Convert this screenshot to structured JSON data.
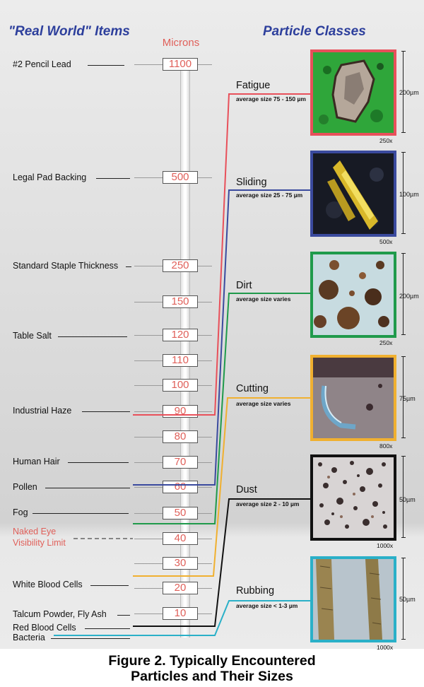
{
  "headers": {
    "real_world": "\"Real World\" Items",
    "particle_classes": "Particle Classes",
    "microns": "Microns"
  },
  "scale_values": [
    "1100",
    "500",
    "250",
    "150",
    "120",
    "110",
    "100",
    "90",
    "80",
    "70",
    "60",
    "50",
    "40",
    "30",
    "20",
    "10"
  ],
  "real_world_items": [
    "#2 Pencil Lead",
    "Legal Pad Backing",
    "Standard Staple Thickness",
    "Table Salt",
    "Industrial Haze",
    "Human Hair",
    "Pollen",
    "Fog",
    "White Blood Cells",
    "Talcum Powder, Fly Ash",
    "Red Blood Cells",
    "Bacteria"
  ],
  "naked_eye": {
    "line1": "Naked Eye",
    "line2": "Visibility Limit"
  },
  "classes": [
    {
      "label": "Fatigue",
      "sub": "average size 75 - 150 µm",
      "magnification": "250x",
      "scale": "200µm",
      "color": "#e8505a"
    },
    {
      "label": "Sliding",
      "sub": "average size 25 - 75 µm",
      "magnification": "500x",
      "scale": "100µm",
      "color": "#3a4a9e"
    },
    {
      "label": "Dirt",
      "sub": "average size varies",
      "magnification": "250x",
      "scale": "200µm",
      "color": "#1f9a4b"
    },
    {
      "label": "Cutting",
      "sub": "average size varies",
      "magnification": "800x",
      "scale": "75µm",
      "color": "#f0b030"
    },
    {
      "label": "Dust",
      "sub": "average size 2 - 10 µm",
      "magnification": "1000x",
      "scale": "50µm",
      "color": "#111111"
    },
    {
      "label": "Rubbing",
      "sub": "average size < 1-3 µm",
      "magnification": "1000x",
      "scale": "50µm",
      "color": "#2ab0c8"
    }
  ],
  "caption": {
    "line1": "Figure 2. Typically Encountered",
    "line2": "Particles and Their Sizes"
  }
}
